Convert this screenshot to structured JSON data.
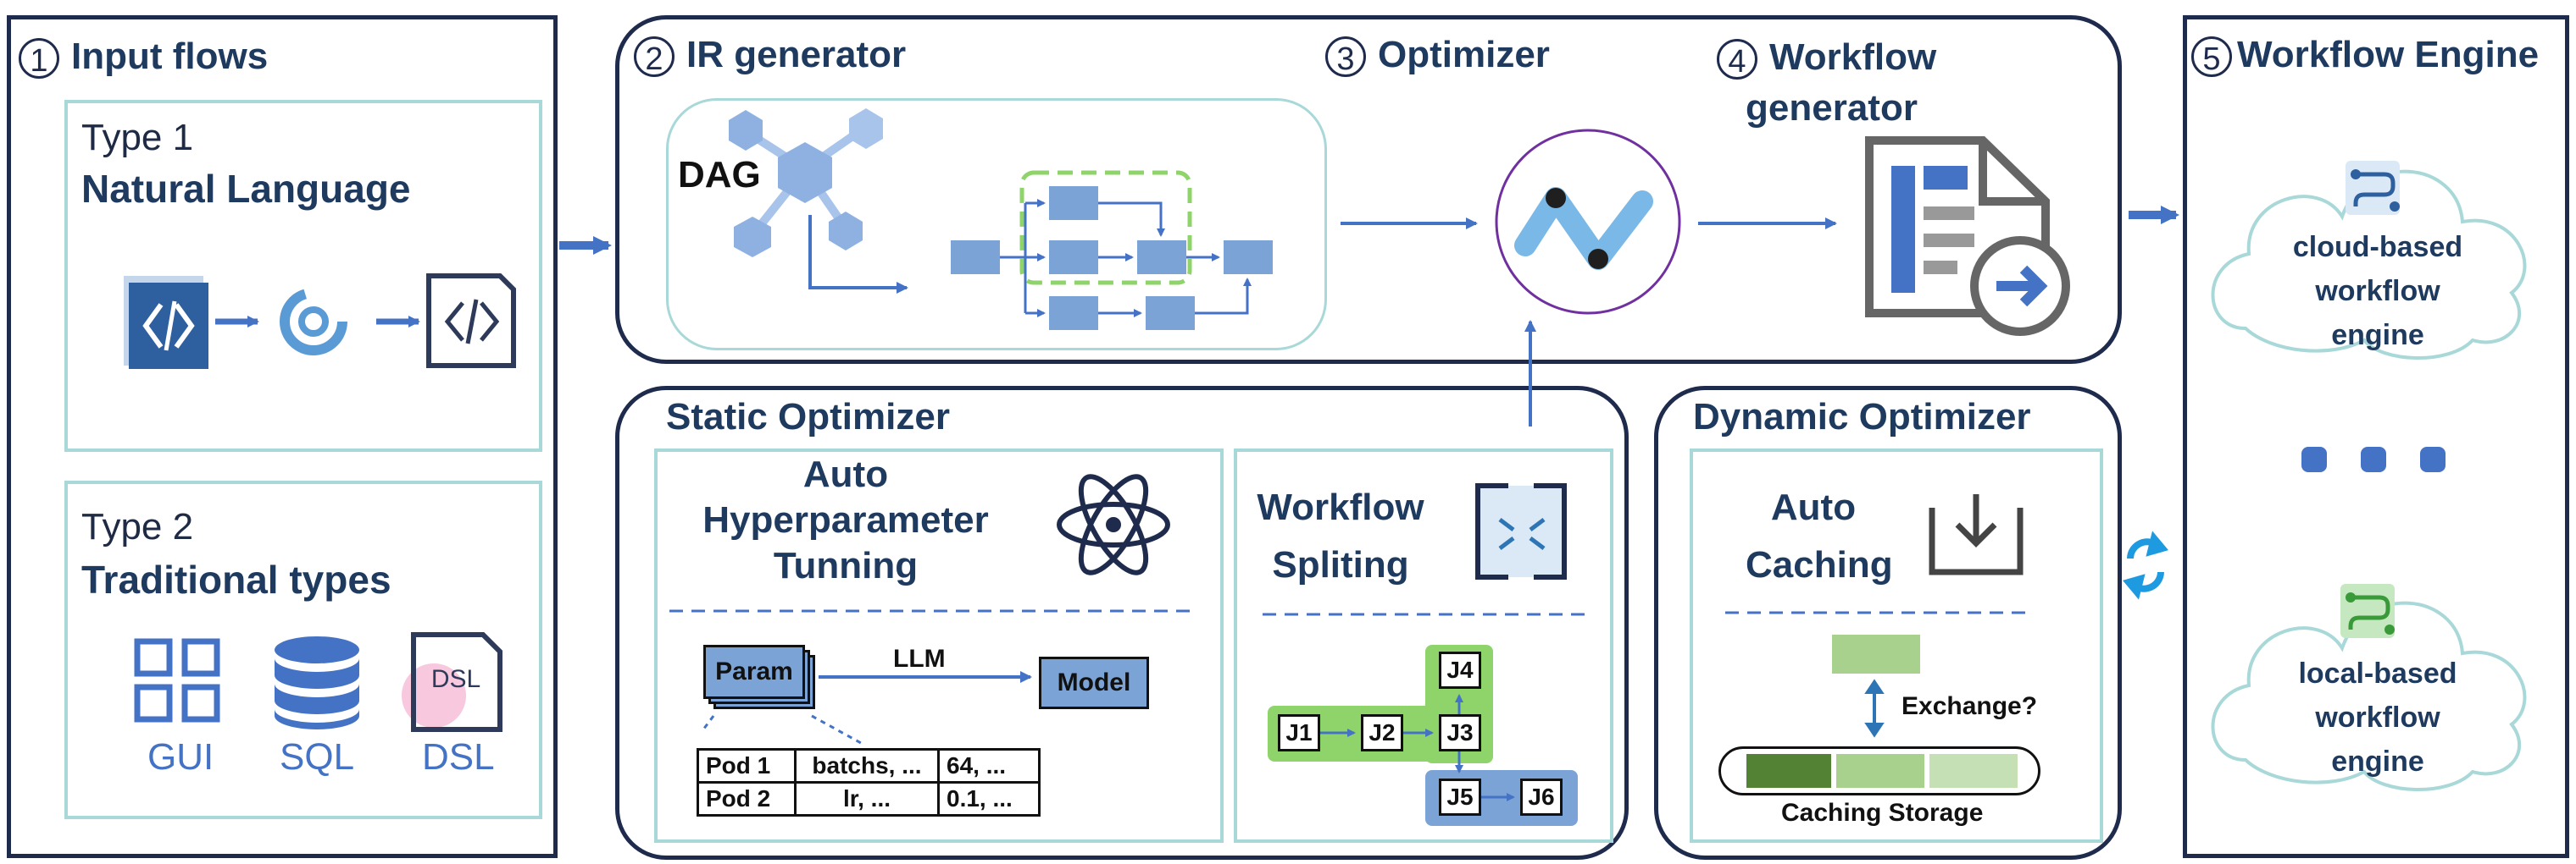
{
  "input_flows": {
    "number": "1",
    "title": "Input flows",
    "type1": {
      "label": "Type 1",
      "name": "Natural Language"
    },
    "type2": {
      "label": "Type 2",
      "name": "Traditional types",
      "items": [
        "GUI",
        "SQL",
        "DSL"
      ],
      "dsl_icon_text": "DSL"
    }
  },
  "ir_generator": {
    "number": "2",
    "title": "IR generator",
    "dag_label": "DAG"
  },
  "optimizer": {
    "number": "3",
    "title": "Optimizer"
  },
  "workflow_generator": {
    "number": "4",
    "title_line1": "Workflow",
    "title_line2": "generator"
  },
  "workflow_engine": {
    "number": "5",
    "title": "Workflow Engine",
    "cloud": [
      "cloud-based",
      "workflow",
      "engine"
    ],
    "local": [
      "local-based",
      "workflow",
      "engine"
    ]
  },
  "static_optimizer": {
    "title": "Static Optimizer",
    "auto_hp": [
      "Auto",
      "Hyperparameter",
      "Tunning"
    ],
    "param_label": "Param",
    "llm_label": "LLM",
    "model_label": "Model",
    "table": [
      [
        "Pod 1",
        "batchs, ...",
        "64, ..."
      ],
      [
        "Pod 2",
        "lr, ...",
        "0.1, ..."
      ]
    ],
    "splitting": [
      "Workflow",
      "Spliting"
    ],
    "jobs": [
      "J1",
      "J2",
      "J3",
      "J4",
      "J5",
      "J6"
    ]
  },
  "dynamic_optimizer": {
    "title": "Dynamic Optimizer",
    "caching": [
      "Auto",
      "Caching"
    ],
    "exchange_label": "Exchange?",
    "storage_label": "Caching Storage"
  },
  "colors": {
    "dark": "#1f2b4d",
    "teal": "#a9d8d8",
    "blue": "#4472c4",
    "node": "#7ba3d6",
    "green": "#6bbf3a"
  }
}
